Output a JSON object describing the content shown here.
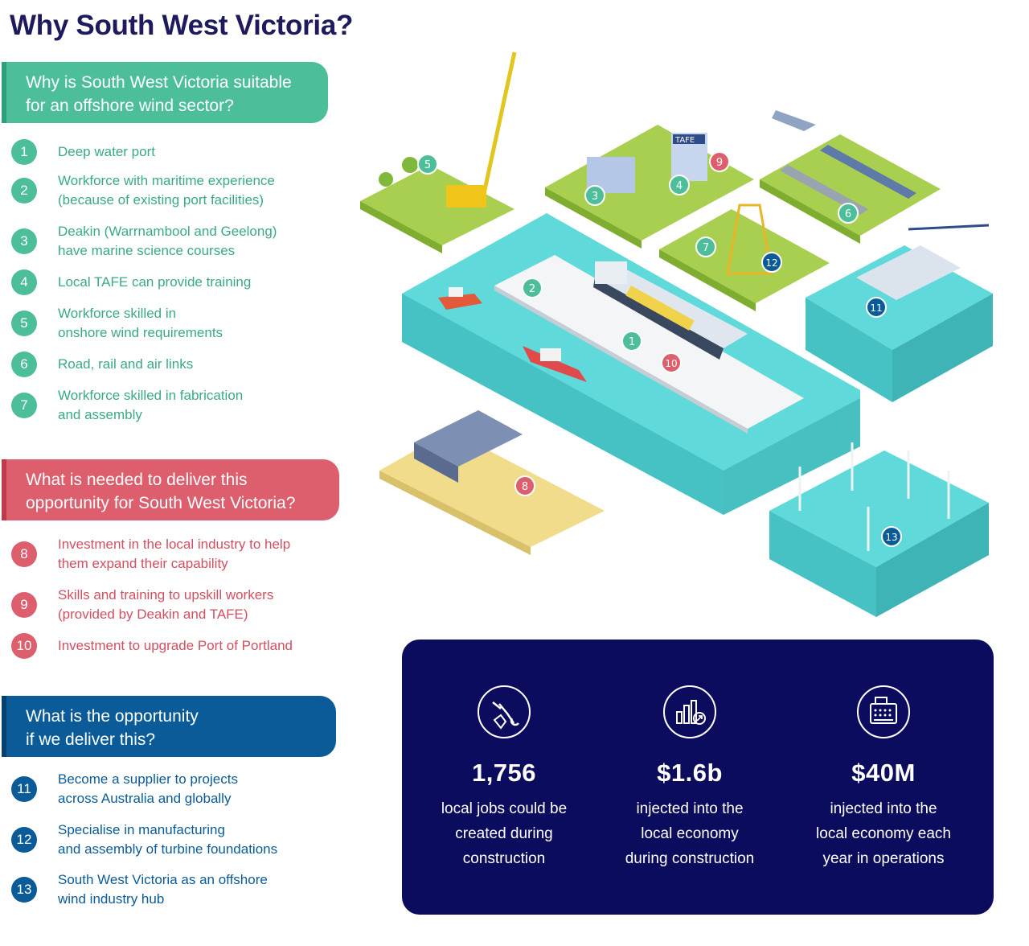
{
  "title": "Why South West Victoria?",
  "sections": {
    "suitable": {
      "heading": "Why is South West Victoria suitable\nfor an offshore wind sector?",
      "items": [
        {
          "num": "1",
          "text": "Deep water port"
        },
        {
          "num": "2",
          "text": "Workforce with maritime experience\n (because of existing port facilities)"
        },
        {
          "num": "3",
          "text": "Deakin (Warrnambool and Geelong)\nhave marine science courses"
        },
        {
          "num": "4",
          "text": "Local TAFE can provide training"
        },
        {
          "num": "5",
          "text": "Workforce skilled in\nonshore wind requirements"
        },
        {
          "num": "6",
          "text": "Road, rail and air links"
        },
        {
          "num": "7",
          "text": "Workforce skilled in fabrication\nand assembly"
        }
      ]
    },
    "needed": {
      "heading": "What is needed to deliver this\nopportunity for South West Victoria?",
      "items": [
        {
          "num": "8",
          "text": "Investment in the local industry to help\nthem expand their capability"
        },
        {
          "num": "9",
          "text": "Skills and training to upskill workers\n(provided by Deakin and TAFE)"
        },
        {
          "num": "10",
          "text": "Investment to upgrade Port of Portland"
        }
      ]
    },
    "opportunity": {
      "heading": "What is the opportunity\nif we deliver this?",
      "items": [
        {
          "num": "11",
          "text": "Become a supplier to projects\nacross Australia and globally"
        },
        {
          "num": "12",
          "text": "Specialise in manufacturing\nand assembly of turbine foundations"
        },
        {
          "num": "13",
          "text": "South West Victoria as an offshore\nwind industry hub"
        }
      ]
    }
  },
  "illustration": {
    "signs": {
      "tafe": "TAFE"
    },
    "markers": [
      "1",
      "2",
      "3",
      "4",
      "5",
      "6",
      "7",
      "8",
      "9",
      "10",
      "11",
      "12",
      "13"
    ]
  },
  "stats": [
    {
      "icon": "wrench-hand-icon",
      "value": "1,756",
      "caption": "local jobs could be\ncreated during\nconstruction"
    },
    {
      "icon": "bar-chart-growth-icon",
      "value": "$1.6b",
      "caption": "injected into the\nlocal economy\nduring construction"
    },
    {
      "icon": "cash-register-icon",
      "value": "$40M",
      "caption": "injected into the\nlocal economy each\nyear in operations"
    }
  ],
  "colors": {
    "title": "#1d1b5e",
    "green": "#4dbe9a",
    "red": "#dd5e6c",
    "blue": "#0a5b97",
    "stats_panel": "#0c0c5e",
    "water": "#5fd9d9",
    "grass": "#a8cf4f",
    "sand": "#f0dc8a"
  }
}
